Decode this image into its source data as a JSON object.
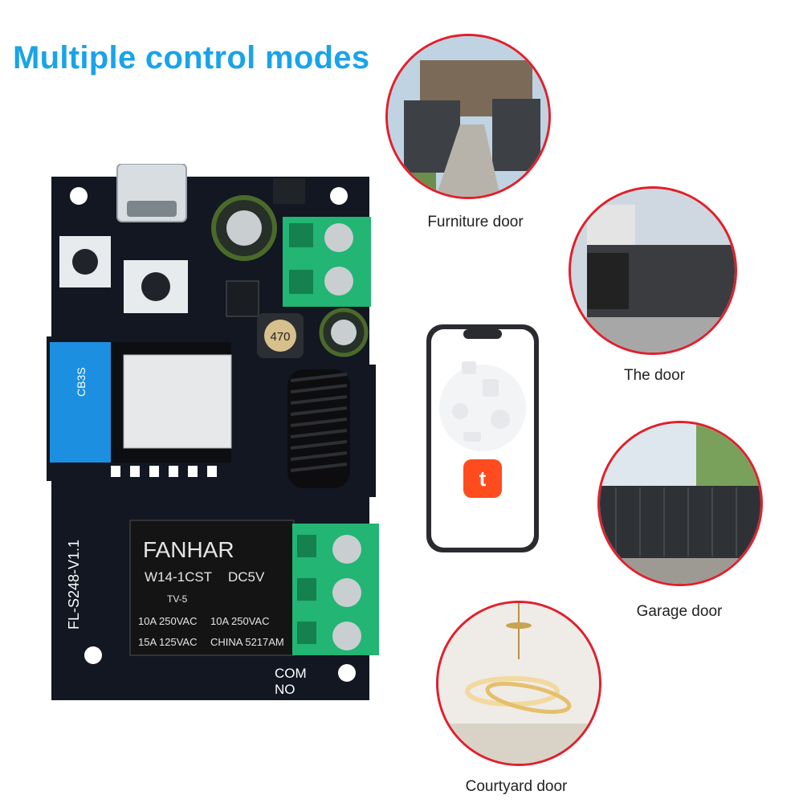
{
  "header": {
    "title": "Multiple control modes"
  },
  "board": {
    "model": "FL-S248-V1.1",
    "module": "CB3S",
    "relay": {
      "brand": "FANHAR",
      "model": "W14-1CST",
      "coil": "DC5V",
      "rating1": "10A 250VAC",
      "rating2": "10A 250VAC",
      "rating3": "15A 125VAC",
      "origin": "CHINA 5217AM",
      "cert": "TV-5"
    },
    "terminal": {
      "com": "COM",
      "no": "NO"
    },
    "inductor": "470"
  },
  "scenes": [
    {
      "label": "Furniture door"
    },
    {
      "label": "The door"
    },
    {
      "label": "Garage door"
    },
    {
      "label": "Courtyard door"
    }
  ],
  "phone": {
    "app_icon": "tuya-app-icon"
  },
  "colors": {
    "title": "#1aa3e8",
    "ring": "#e0202c",
    "pcb": "#121722",
    "terminal": "#22b573",
    "antenna": "#1c8fe0"
  }
}
